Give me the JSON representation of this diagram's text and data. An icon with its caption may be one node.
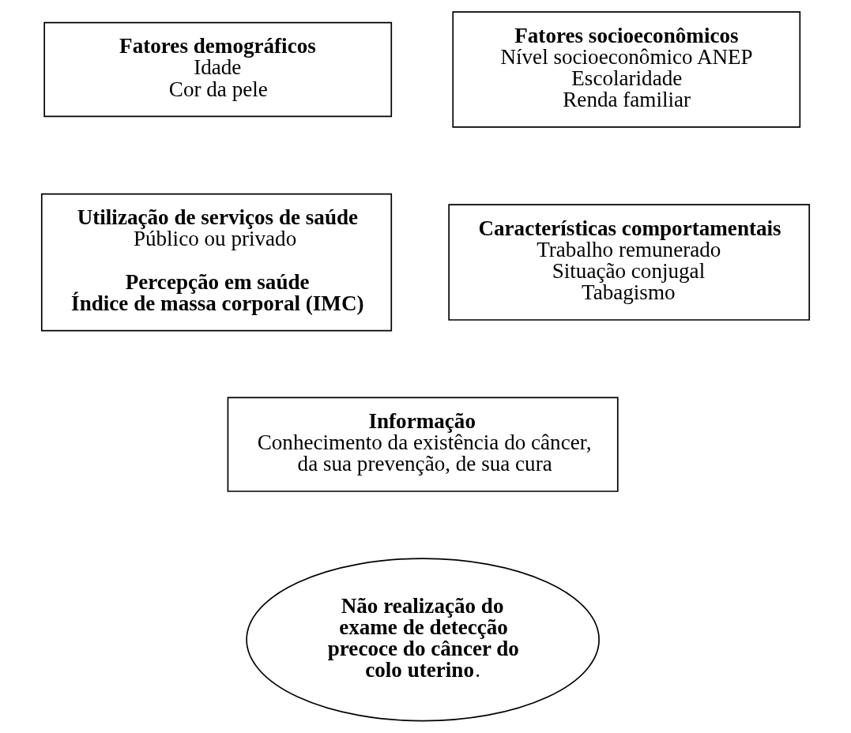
{
  "diagram": {
    "nodes": [
      {
        "text": [
          "Fatores demográficos",
          "Idade",
          "Cor da pele"
        ]
      },
      {
        "text": [
          "Fatores socioeconômicos",
          "Nível socioeconômico ANEP",
          "Escolaridade",
          "Renda familiar"
        ]
      },
      {
        "text": [
          "Utilização de serviços de saúde",
          "Público ou privado",
          "Percepção em saúde",
          "Índice de massa corporal (IMC)"
        ]
      },
      {
        "text": [
          "Características comportamentais",
          "Trabalho remunerado",
          "Situação conjugal",
          "Tabagismo"
        ]
      },
      {
        "text": [
          "Informação",
          "Conhecimento da existência do câncer, da sua prevenção, de sua cura"
        ]
      },
      {
        "text": [
          "**Não realização do exame de detecção precoce do câncer do colo uterino**."
        ]
      }
    ]
  }
}
